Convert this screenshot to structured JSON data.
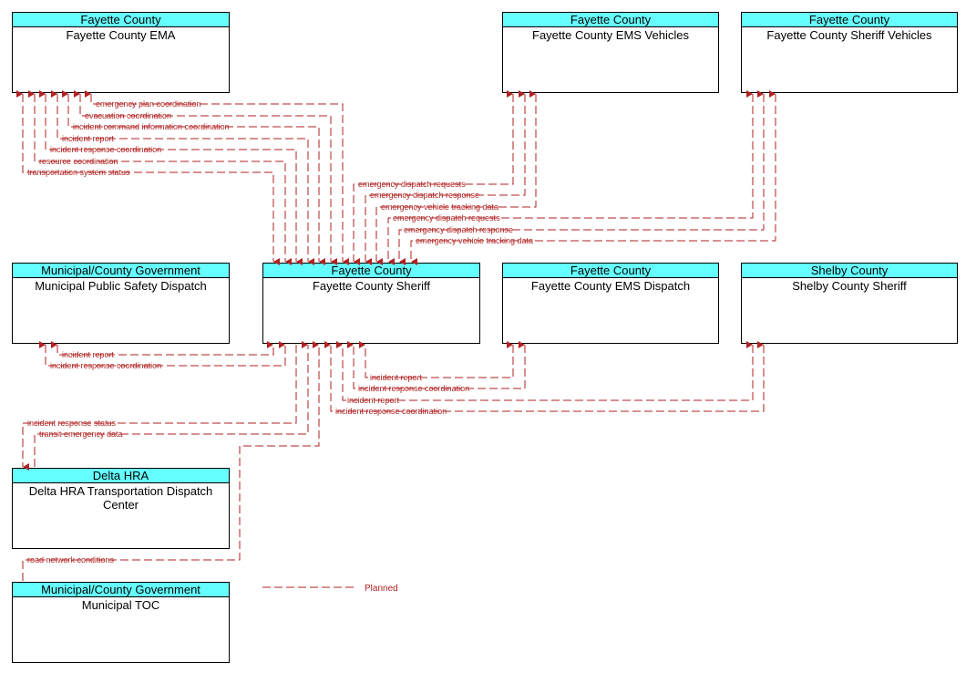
{
  "nodes": {
    "ema": {
      "group": "Fayette County",
      "name": "Fayette County EMA"
    },
    "ems_vehicles": {
      "group": "Fayette County",
      "name": "Fayette County EMS Vehicles"
    },
    "sheriff_veh": {
      "group": "Fayette County",
      "name": "Fayette County Sheriff Vehicles"
    },
    "muni_psd": {
      "group": "Municipal/County Government",
      "name": "Municipal Public Safety Dispatch"
    },
    "sheriff": {
      "group": "Fayette County",
      "name": "Fayette County Sheriff"
    },
    "ems_dispatch": {
      "group": "Fayette County",
      "name": "Fayette County EMS Dispatch"
    },
    "shelby": {
      "group": "Shelby County",
      "name": "Shelby County Sheriff"
    },
    "delta": {
      "group": "Delta HRA",
      "name": "Delta HRA Transportation Dispatch Center"
    },
    "muni_toc": {
      "group": "Municipal/County Government",
      "name": "Municipal TOC"
    }
  },
  "flows": [
    {
      "label": "emergency plan coordination"
    },
    {
      "label": "evacuation coordination"
    },
    {
      "label": "incident command information coordination"
    },
    {
      "label": "incident report"
    },
    {
      "label": "incident response coordination"
    },
    {
      "label": "resource coordination"
    },
    {
      "label": "transportation system status"
    },
    {
      "label": "emergency dispatch requests"
    },
    {
      "label": "emergency dispatch response"
    },
    {
      "label": "emergency vehicle tracking data"
    },
    {
      "label": "emergency dispatch requests"
    },
    {
      "label": "emergency dispatch response"
    },
    {
      "label": "emergency vehicle tracking data"
    },
    {
      "label": "incident report"
    },
    {
      "label": "incident response coordination"
    },
    {
      "label": "incident report"
    },
    {
      "label": "incident response coordination"
    },
    {
      "label": "incident report"
    },
    {
      "label": "incident response coordination"
    },
    {
      "label": "incident response status"
    },
    {
      "label": "transit emergency data"
    },
    {
      "label": "road network conditions"
    }
  ],
  "legend": {
    "label": "Planned"
  },
  "colors": {
    "flow": "#b22222",
    "header": "#66ffff"
  }
}
